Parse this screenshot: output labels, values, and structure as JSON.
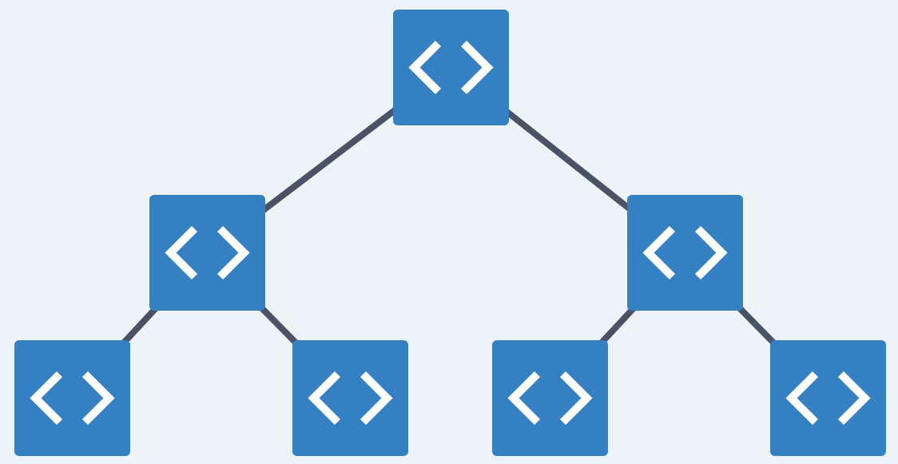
{
  "colors": {
    "background": "#eef3f7",
    "node_fill": "#3580c2",
    "edge": "#4a5266",
    "icon": "#ffffff"
  },
  "tree": {
    "nodes": [
      {
        "id": "root",
        "icon": "code-brackets-icon"
      },
      {
        "id": "left-child",
        "icon": "code-brackets-icon"
      },
      {
        "id": "right-child",
        "icon": "code-brackets-icon"
      },
      {
        "id": "left-left-leaf",
        "icon": "code-brackets-icon"
      },
      {
        "id": "left-right-leaf",
        "icon": "code-brackets-icon"
      },
      {
        "id": "right-left-leaf",
        "icon": "code-brackets-icon"
      },
      {
        "id": "right-right-leaf",
        "icon": "code-brackets-icon"
      }
    ],
    "edges": [
      {
        "from": "root",
        "to": "left-child"
      },
      {
        "from": "root",
        "to": "right-child"
      },
      {
        "from": "left-child",
        "to": "left-left-leaf"
      },
      {
        "from": "left-child",
        "to": "left-right-leaf"
      },
      {
        "from": "right-child",
        "to": "right-left-leaf"
      },
      {
        "from": "right-child",
        "to": "right-right-leaf"
      }
    ]
  }
}
